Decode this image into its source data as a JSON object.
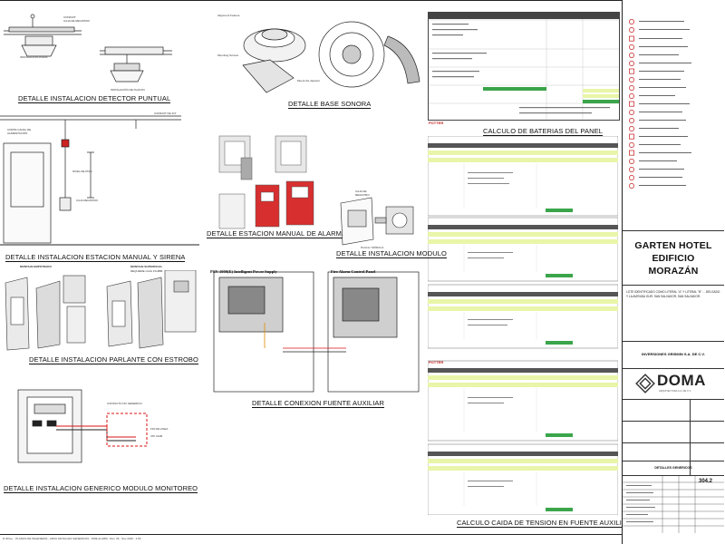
{
  "captions": {
    "detector": "DETALLE INSTALACION DETECTOR PUNTUAL",
    "sonora": "DETALLE BASE SONORA",
    "panel_calc": "CALCULO DE BATERIAS DEL PANEL",
    "manual": "DETALLE INSTALACION ESTACION MANUAL Y SIRENA",
    "alarm": "DETALLE ESTACION MANUAL DE ALARMA",
    "module": "DETALLE INSTALACION MODULO",
    "speaker": "DETALLE INSTALACION PARLANTE CON ESTROBO",
    "aux": "DETALLE CONEXION FUENTE AUXILIAR",
    "monitor": "DETALLE INSTALACION GENERICO MODULO MONITOREO",
    "voltage": "CALCULO CAIDA DE TENSION EN FUENTE AUXILIAR"
  },
  "labels": {
    "instalacion_plana": "INSTALACIÓN PLANA",
    "psu": "PSN-1000(E) Intelligent Power Supply",
    "facp": "Fire Alarm Control Panel",
    "montaje_empotrado": "MONTAJE EMPOTRADO",
    "montaje_superficial": "MONTAJE SUPERFICIAL",
    "requiere_caja": "REQUIERE CAJA FS-8BB",
    "sin_escala": "SIN ESCALA",
    "potter": "POTTER"
  },
  "title_block": {
    "project_lines": [
      "GARTEN HOTEL",
      "EDIFICIO",
      "MORAZÁN"
    ],
    "description": "LOTE IDENTIFICADO COMO LITERAL \"A\" Y LITERAL \"B\" ... DELGADO Y LA AVENIDA GUR. SAN SALVADOR, SAN SALVADOR.",
    "owner": "INVERSIONES GRISMIN S.A. DE C.V.",
    "logo": "DOMA",
    "logo_sub": "ARQUITECTURA S.A. DE C.V.",
    "sheet_title": "DETALLES GENERICOS",
    "sheet_code": "304.2"
  },
  "footer": "D:\\Drive... PLANOS DE INGENIERIA - ARCH DETALLES GENERICOS - FIRE ALARM - Rev. 06 - Nov 2020 - 1:50",
  "chart_data": []
}
